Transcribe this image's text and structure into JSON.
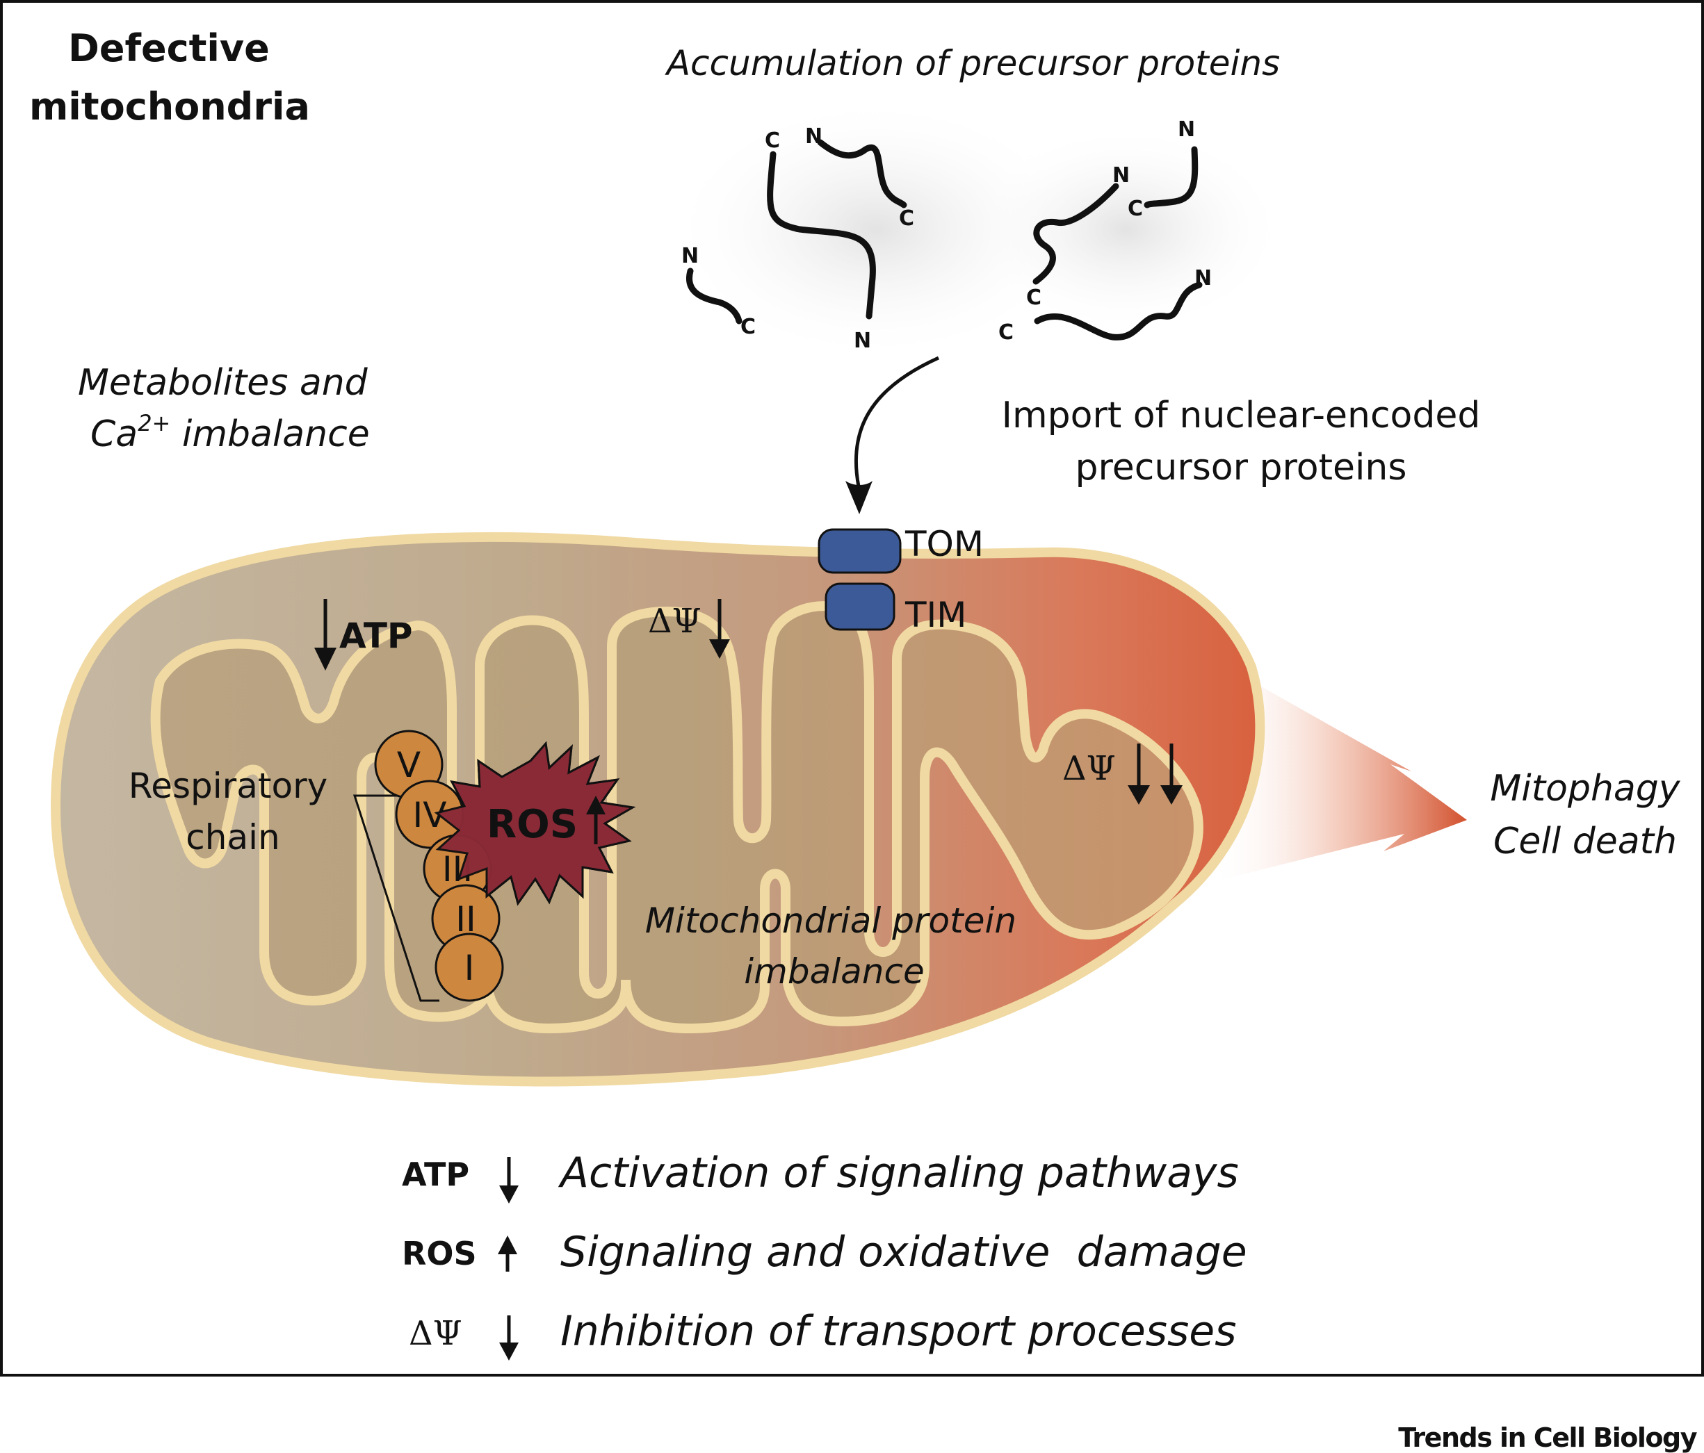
{
  "title": [
    "Defective",
    "mitochondria"
  ],
  "top_caption": "Accumulation of precursor proteins",
  "metabolites": {
    "line1": "Metabolites and",
    "ca": "Ca",
    "sup": "2+",
    "rest": " imbalance"
  },
  "import_caption": [
    "Import of nuclear-encoded",
    "precursor proteins"
  ],
  "tom_label": "TOM",
  "tim_label": "TIM",
  "atp_label": "ATP",
  "delta_psi": "ΔΨ",
  "respiratory_chain": [
    "Respiratory",
    "chain"
  ],
  "complexes": [
    "V",
    "IV",
    "III",
    "II",
    "I"
  ],
  "ros_label": "ROS",
  "mito_imbalance": [
    "Mitochondrial protein",
    "imbalance"
  ],
  "outcome": [
    "Mitophagy",
    "Cell death"
  ],
  "peptide_ends": {
    "n": "N",
    "c": "C"
  },
  "legend": [
    {
      "symbol": "ATP",
      "arrow": "down",
      "text": "Activation of signaling pathways"
    },
    {
      "symbol": "ROS",
      "arrow": "up",
      "text": "Signaling and oxidative  damage"
    },
    {
      "symbol": "ΔΨ",
      "arrow": "down",
      "text": "Inhibition of transport processes"
    }
  ],
  "credit": "Trends in Cell Biology",
  "colors": {
    "membrane": "#f0d9a2",
    "matrix_start": "#c3b39c",
    "matrix_end": "#d8613f",
    "complex_fill": "#cd873f",
    "ros_fill": "#8a2a37",
    "transporter": "#3d5a98",
    "outcome_arrow": "#d2512e"
  }
}
